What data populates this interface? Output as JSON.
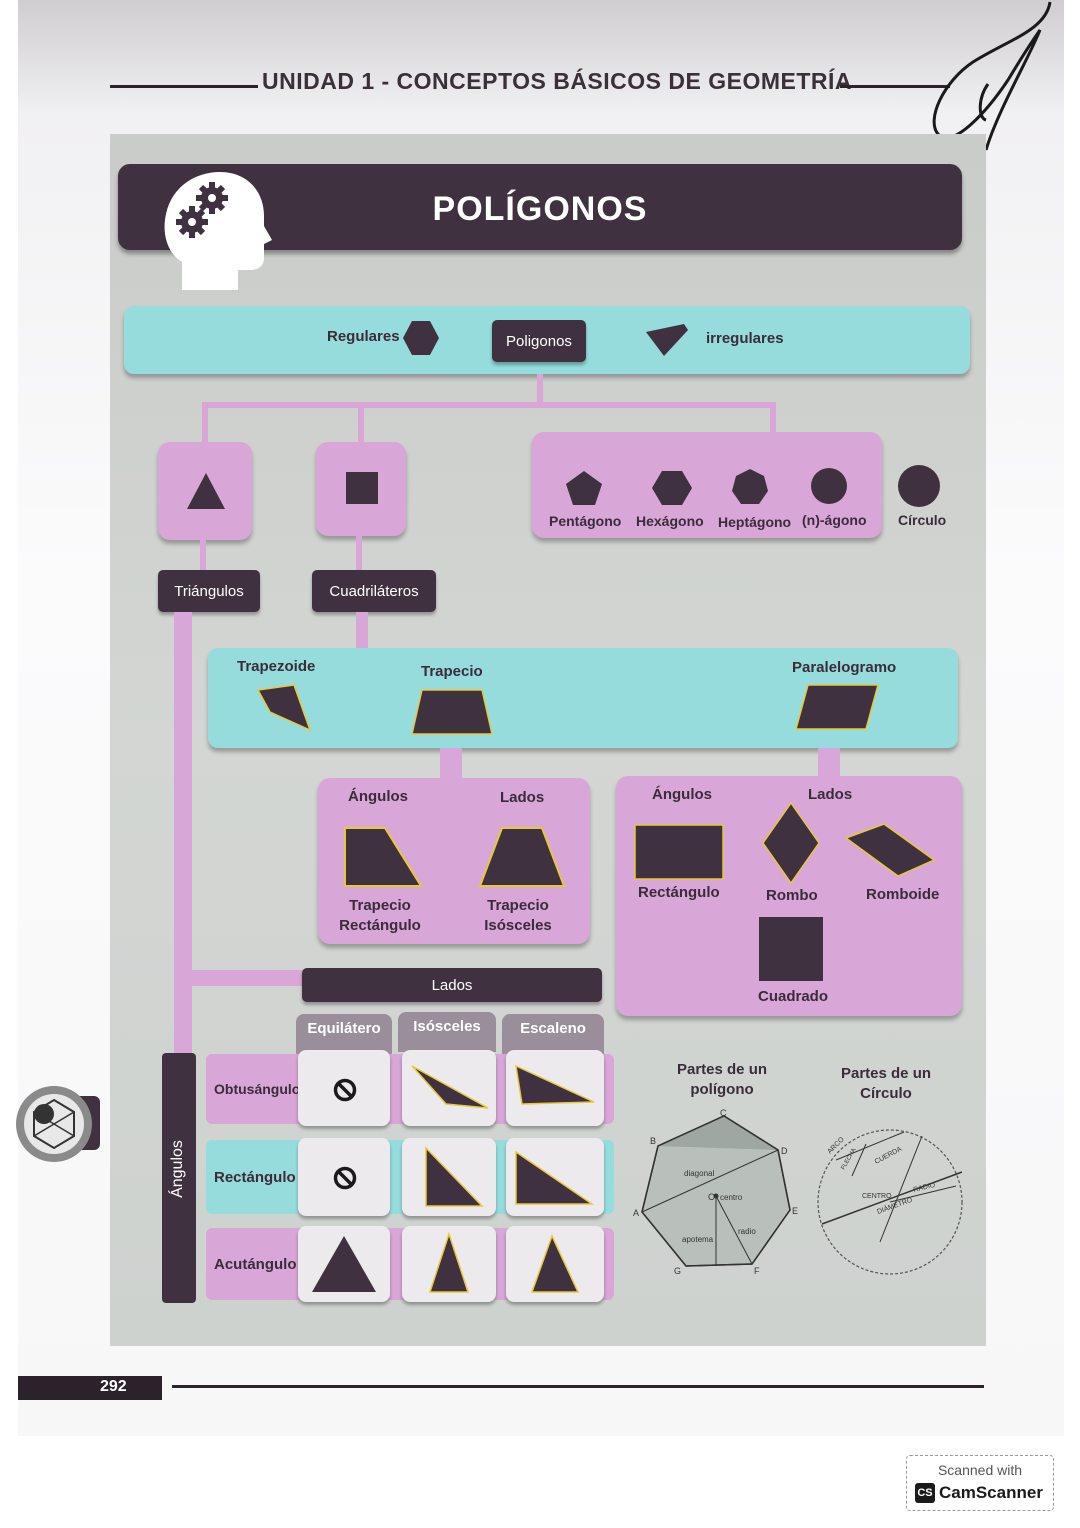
{
  "header": {
    "title": "UNIDAD 1 - CONCEPTOS BÁSICOS DE GEOMETRÍA"
  },
  "title": "POLÍGONOS",
  "top_bar": {
    "regulares": "Regulares",
    "poligonos": "Poligonos",
    "irregulares": "irregulares"
  },
  "regular_shapes": [
    {
      "label": "Pentágono"
    },
    {
      "label": "Hexágono"
    },
    {
      "label": "Heptágono"
    },
    {
      "label": "(n)-ágono"
    },
    {
      "label": "Círculo"
    }
  ],
  "triangulos_label": "Triángulos",
  "cuadrilateros_label": "Cuadriláteros",
  "quad_types": {
    "trapezoide": "Trapezoide",
    "trapecio": "Trapecio",
    "paralelogramo": "Paralelogramo"
  },
  "trapecio_box": {
    "angulos": "Ángulos",
    "lados": "Lados",
    "rectangulo_line1": "Trapecio",
    "rectangulo_line2": "Rectángulo",
    "isosceles_line1": "Trapecio",
    "isosceles_line2": "Isósceles"
  },
  "paralelogramo_box": {
    "angulos": "Ángulos",
    "lados": "Lados",
    "rectangulo": "Rectángulo",
    "rombo": "Rombo",
    "romboide": "Romboide",
    "cuadrado": "Cuadrado"
  },
  "triangle_grid": {
    "lados": "Lados",
    "angulos": "Ángulos",
    "columns": [
      "Equiláter o",
      "Isósceles",
      "Escaleno"
    ],
    "rows": [
      "Obtusángulo",
      "Rectángulo",
      "Acutángulo"
    ]
  },
  "poligono_parts": {
    "title_line1": "Partes de un",
    "title_line2": "polígono",
    "vertices": [
      "A",
      "B",
      "C",
      "D",
      "E",
      "F",
      "G"
    ],
    "diagonal": "diagonal",
    "centro": "centro",
    "radio": "radio",
    "apotema": "apotema",
    "o": "O"
  },
  "circulo_parts": {
    "title_line1": "Partes de un",
    "title_line2": "Círculo",
    "arco": "ARCO",
    "flecha": "FLECHA",
    "cuerda": "CUERDA",
    "centro": "CENTRO",
    "radio": "RADIO",
    "diametro": "DIÁMETRO"
  },
  "page_number": "292",
  "scanner": {
    "top": "Scanned with",
    "logo": "CS",
    "name": "CamScanner"
  },
  "colors": {
    "dark": "#3f3140",
    "teal": "#96dcdc",
    "pink": "#d8a6d7",
    "panel": "#cdd0cd"
  }
}
